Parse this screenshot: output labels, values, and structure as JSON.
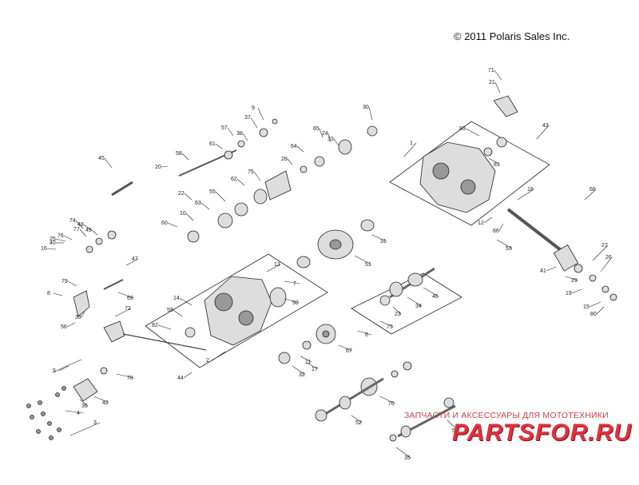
{
  "copyright": "© 2011 Polaris Sales Inc.",
  "watermark": {
    "text": "ЗАПЧАСТИ И АКСЕССУАРЫ ДЛЯ МОТОТЕХНИКИ",
    "logo": "PARTSFOR.RU"
  },
  "callouts": [
    "1",
    "2",
    "3",
    "4",
    "5",
    "6",
    "7",
    "8",
    "9",
    "10",
    "11",
    "12",
    "13",
    "14",
    "15",
    "16",
    "17",
    "18",
    "19",
    "20",
    "21",
    "22",
    "23",
    "24",
    "25",
    "26",
    "27",
    "28",
    "29",
    "30",
    "31",
    "32",
    "33",
    "34",
    "35",
    "36",
    "37",
    "38",
    "39",
    "40",
    "41",
    "42",
    "43",
    "44",
    "45",
    "46",
    "47",
    "48",
    "49",
    "50",
    "51",
    "52",
    "53",
    "54",
    "55",
    "56",
    "57",
    "58",
    "59",
    "60",
    "61",
    "62",
    "63",
    "64",
    "65",
    "66",
    "67",
    "68",
    "69",
    "70",
    "71",
    "72",
    "73",
    "74",
    "75",
    "76",
    "77",
    "78",
    "79",
    "80",
    "81",
    "82",
    "83"
  ]
}
